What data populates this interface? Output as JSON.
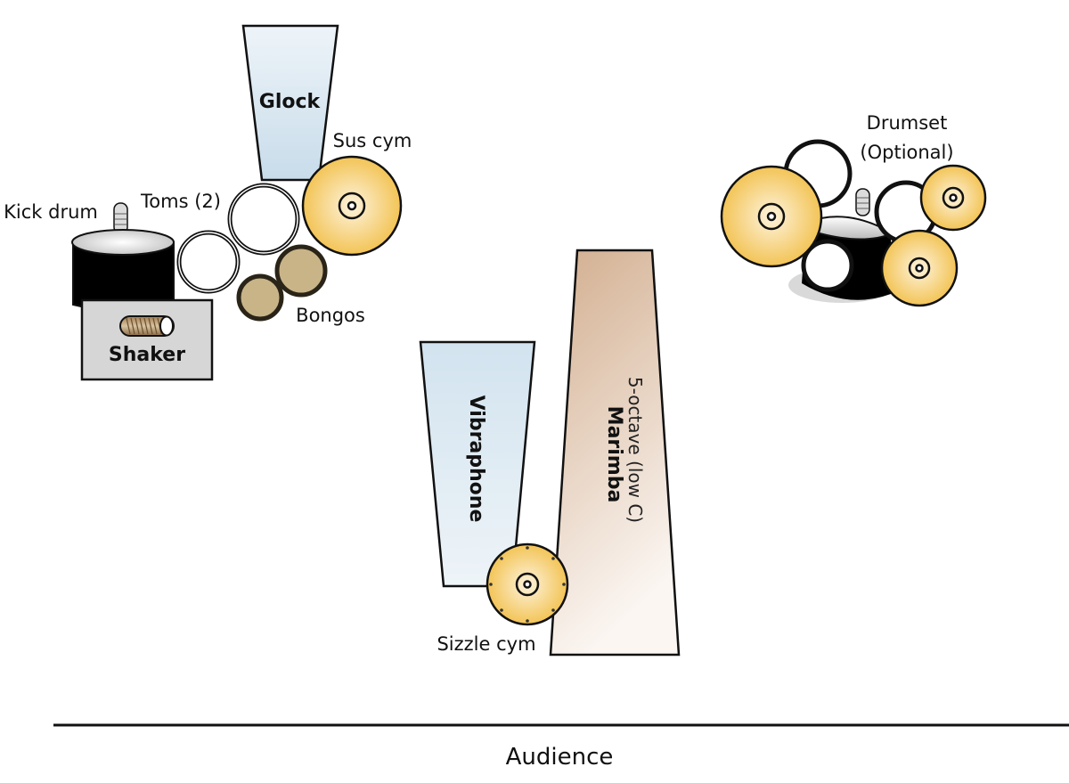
{
  "diagram": {
    "type": "stage-setup",
    "audience_label": "Audience",
    "instruments": {
      "glock": "Glock",
      "sus_cym": "Sus cym",
      "toms": "Toms (2)",
      "kick_drum": "Kick drum",
      "bongos": "Bongos",
      "shaker": "Shaker",
      "drumset_line1": "Drumset",
      "drumset_line2": "(Optional)",
      "vibraphone": "Vibraphone",
      "marimba": "Marimba",
      "marimba_detail": "5-octave (low C)",
      "sizzle_cym": "Sizzle cym"
    },
    "colors": {
      "cymbal": "#f5c85a",
      "cymbal_center": "#fdf3d8",
      "glock_fill": "#cfe1ee",
      "marimba_fill": "#d5b59a",
      "bongo_fill": "#c9b488",
      "shaker_box": "#d6d6d6",
      "outline": "#111111"
    }
  }
}
